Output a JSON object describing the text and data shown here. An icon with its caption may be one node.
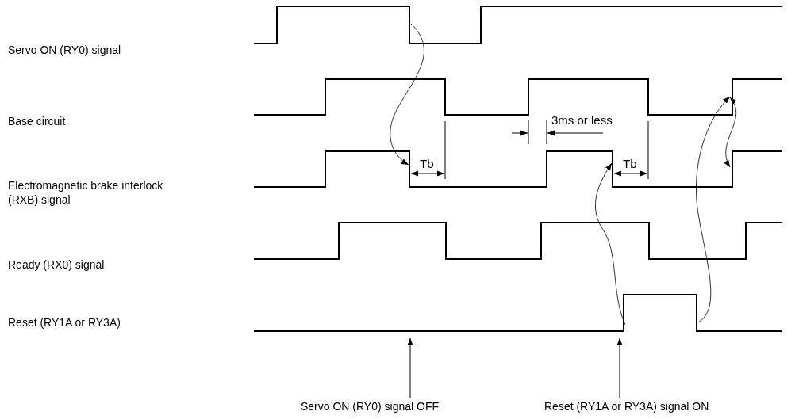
{
  "diagram": {
    "nodes": [
      {
        "text": [
          "Servo ON (RY0) signal OFF"
        ]
      },
      {
        "text": [
          "Reset (RY1A or RY3A) signal ON"
        ]
      }
    ],
    "edges": [
      {
        "from": 0,
        "to": null,
        "arrow": "to"
      },
      {
        "from": 1,
        "to": null,
        "arrow": "to"
      }
    ],
    "labels": [
      "Servo ON (RY0) signal",
      "Base circuit",
      "3ms or less",
      "Tb",
      "Tb",
      "Electromagnetic brake interlock (RXB) signal",
      "Ready (RX0) signal",
      "Reset (RY1A or RY3A)"
    ]
  }
}
